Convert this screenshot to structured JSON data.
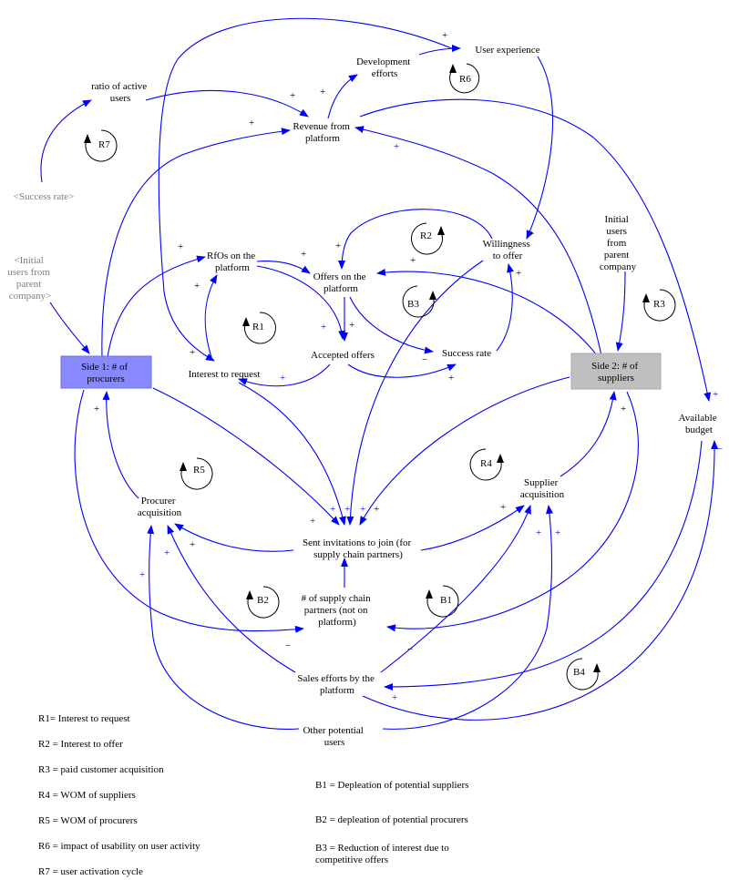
{
  "colors": {
    "link": "#0000ff",
    "procurers_box": "#8888ff",
    "suppliers_box": "#bfbfbf",
    "shadow_text": "#808080"
  },
  "nodes": {
    "ratio_active_users": [
      "ratio of active",
      "users"
    ],
    "revenue": [
      "Revenue from",
      "platform"
    ],
    "development_efforts": [
      "Development",
      "efforts"
    ],
    "user_experience": [
      "User experience"
    ],
    "success_rate_shadow": [
      "<Success rate>"
    ],
    "initial_users_shadow": [
      "<Initial",
      "users from",
      "parent",
      "company>"
    ],
    "rfos": [
      "RfOs on the",
      "platform"
    ],
    "offers": [
      "Offers on the",
      "platform"
    ],
    "willingness": [
      "Willingness",
      "to offer"
    ],
    "initial_users_parent": [
      "Initial",
      "users",
      "from",
      "parent",
      "company"
    ],
    "side1": [
      "Side 1: # of",
      "procurers"
    ],
    "side2": [
      "Side 2: # of",
      "suppliers"
    ],
    "interest_to_request": [
      "Interest to request"
    ],
    "accepted_offers": [
      "Accepted offers"
    ],
    "success_rate": [
      "Success rate"
    ],
    "available_budget": [
      "Available",
      "budget"
    ],
    "procurer_acquisition": [
      "Procurer",
      "acquisition"
    ],
    "supplier_acquisition": [
      "Supplier",
      "acquisition"
    ],
    "sent_invitations": [
      "Sent invitations to join (for",
      "supply chain partners)"
    ],
    "supply_chain_partners": [
      "# of supply chain",
      "partners (not on",
      "platform)"
    ],
    "sales_efforts": [
      "Sales efforts by the",
      "platform"
    ],
    "other_users": [
      "Other potential",
      "users"
    ]
  },
  "loops": {
    "R1": "R1",
    "R2": "R2",
    "R3": "R3",
    "R4": "R4",
    "R5": "R5",
    "R6": "R6",
    "R7": "R7",
    "B1": "B1",
    "B2": "B2",
    "B3": "B3",
    "B4": "B4"
  },
  "polarity": {
    "plus": "+",
    "minus": "−"
  },
  "legend": {
    "r1": "R1= Interest to request",
    "r2": "R2 = Interest to offer",
    "r3": "R3 = paid customer acquisition",
    "r4": "R4 = WOM of suppliers",
    "r5": "R5 = WOM of procurers",
    "r6": "R6 = impact of usability on user activity",
    "r7": "R7 = user activation cycle",
    "b1": "B1 = Depleation of potential suppliers",
    "b2": "B2 = depleation of potential procurers",
    "b3_line1": "B3 = Reduction of interest due to",
    "b3_line2": "competitive offers"
  }
}
